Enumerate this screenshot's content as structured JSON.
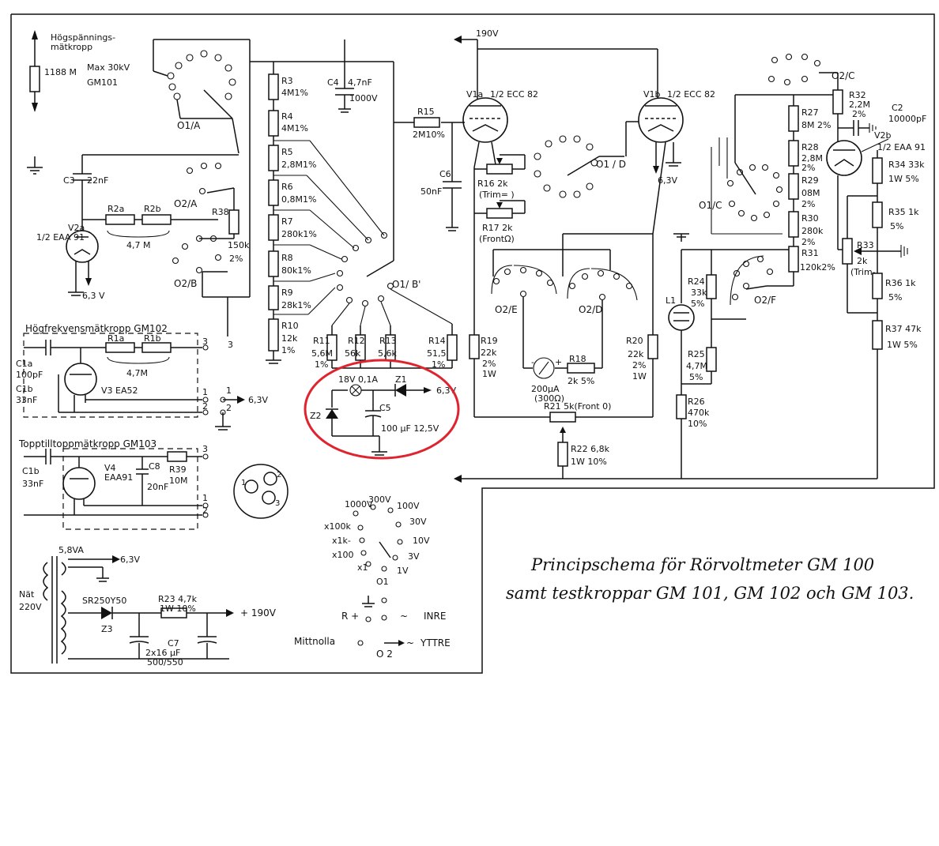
{
  "caption": {
    "line1": "Principschema för Rörvoltmeter GM 100",
    "line2": "samt testkroppar GM 101, GM 102 och GM 103."
  },
  "probes": {
    "hv_title": "Högspännings-",
    "hv_title2": "mätkropp",
    "hv_resistor": "1188 M",
    "hv_max": "Max 30kV",
    "hv_model": "GM101",
    "hf_title": "Högfrekvensmätkropp  GM102",
    "tt_title": "Topptilltoppmätkropp  GM103"
  },
  "components": {
    "R3": "R3",
    "R3v": "4M1%",
    "R4": "R4",
    "R4v": "4M1%",
    "R5": "R5",
    "R5v": "2,8M1%",
    "R6": "R6",
    "R6v": "0,8M1%",
    "R7": "R7",
    "R7v": "280k1%",
    "R8": "R8",
    "R8v": "80k1%",
    "R9": "R9",
    "R9v": "28k1%",
    "R10": "R10",
    "R10v": "12k",
    "R10t": "1%",
    "R11": "R11",
    "R11v": "5,6M",
    "R11t": "1%",
    "R12": "R12",
    "R12v": "56k",
    "R13": "R13",
    "R13v": "5,6k",
    "R14": "R14",
    "R14v": "51,5",
    "R14t": "1%",
    "R15": "R15",
    "R15v": "2M10%",
    "R16": "R16  2k",
    "R16t": "(Trim=  )",
    "R17": "R17  2k",
    "R17t": "(FrontΩ)",
    "R18": "R18",
    "R18v": "2k 5%",
    "R19": "R19",
    "R19v": "22k",
    "R19t": "2%",
    "R19w": "1W",
    "R20": "R20",
    "R20v": "22k",
    "R20t": "2%",
    "R20w": "1W",
    "R21": "R21  5k(Front 0)",
    "R22": "R22  6,8k",
    "R22v": "1W  10%",
    "R23": "R23  4,7k",
    "R23v": "1W 10%",
    "R24": "R24",
    "R24v": "33k",
    "R24t": "5%",
    "R25": "R25",
    "R25v": "4,7M",
    "R25t": "5%",
    "R26": "R26",
    "R26v": "470k",
    "R26t": "10%",
    "R27": "R27",
    "R27v": "8M 2%",
    "R28": "R28",
    "R28v": "2,8M",
    "R28t": "2%",
    "R29": "R29",
    "R29v": "08M",
    "R29t": "2%",
    "R30": "R30",
    "R30v": "280k",
    "R30t": "2%",
    "R31": "R31",
    "R31v": "120k2%",
    "R32": "R32",
    "R32v": "2,2M",
    "R32t": "2%",
    "R33": "R33",
    "R33v": "2k",
    "R33t": "(Trim-",
    "R34": "R34  33k",
    "R34v": "1W 5%",
    "R35": "R35 1k",
    "R35v": "5%",
    "R36": "R36  1k",
    "R36v": "5%",
    "R37": "R37  47k",
    "R37v": "1W 5%",
    "R38": "R38",
    "R38v": "150k",
    "R38t": "2%",
    "R39": "R39",
    "R39v": "10M",
    "R1a": "R1a",
    "R1b": "R1b",
    "R1v": "4,7M",
    "R2a": "R2a",
    "R2b": "R2b",
    "R2v": "4,7 M",
    "C1a": "C1a",
    "C1av": "100pF",
    "C1b": "C1b",
    "C1bv": "33nF",
    "C1b2": "C1b",
    "C1b2v": "33nF",
    "C2": "C2",
    "C2v": "10000pF",
    "C3": "C3",
    "C3v": "22nF",
    "C4": "C4",
    "C4v": "4,7nF",
    "C4w": "1000V",
    "C5": "C5",
    "C5v": "100 µF 12,5V",
    "C6": "C6",
    "C6v": "50nF",
    "C7": "C7",
    "C7v": "2x16 µF",
    "C7w": "500/550",
    "C8": "C8",
    "C8v": "20nF",
    "V1a": "V1a",
    "V1av": "1/2 ECC 82",
    "V1b": "V1b",
    "V1bv": "1/2 ECC 82",
    "V2a": "V2a",
    "V2av": "1/2 EAA 91",
    "V2b": "V2b",
    "V2bv": "1/2 EAA 91",
    "V3": "V3  EA52",
    "V4": "V4",
    "V4v": "EAA91",
    "L1": "L1",
    "Z1": "Z1",
    "Z2": "Z2",
    "Z3": "Z3",
    "lamp": "18V 0,1A",
    "meter": "200µA",
    "meter_r": "(300Ω)",
    "rect": "SR250Y50",
    "trafo": "5,8VA",
    "mains": "Nät",
    "mains_v": "220V"
  },
  "switches": {
    "O1A": "O1/A",
    "O1B": "O1/ B'",
    "O1C": "O1/C",
    "O1D": "O1 / D",
    "O2A": "O2/A",
    "O2B": "O2/B",
    "O2C": "O2/C",
    "O2D": "O2/D",
    "O2E": "O2/E",
    "O2F": "O2/F"
  },
  "rails": {
    "v190_top": "190V",
    "v63": "6,3 V",
    "v63_z1": "6,3V",
    "v63_v1a": "6,3V",
    "v63_hf": "6,3V",
    "v63_tr": "6,3V",
    "v190_ps": "+  190V"
  },
  "ranges": {
    "r1000": "1000V",
    "r300": "300V",
    "r100": "100V",
    "r30": "30V",
    "r10": "10V",
    "r3": "3V",
    "r1": "1V",
    "x100k": "x100k",
    "x1k": "x1k-",
    "x100": "x100",
    "x1": "x1",
    "o1": "O1",
    "R": "R +",
    "inre": "INRE",
    "mitt": "Mittnolla",
    "yttre": "YTTRE",
    "o2": "O 2"
  },
  "pins": {
    "p3a": "3",
    "p3b": "3",
    "p1": "1",
    "p2": "2",
    "p1b": "1",
    "p2b": "2",
    "p3c": "3",
    "p1c": "1",
    "p2c": "2",
    "c1": "1",
    "c2": "2",
    "c3": "3"
  },
  "colors": {
    "ink": "#111111",
    "highlight_ring": "#e0242f",
    "paper": "#ffffff"
  }
}
